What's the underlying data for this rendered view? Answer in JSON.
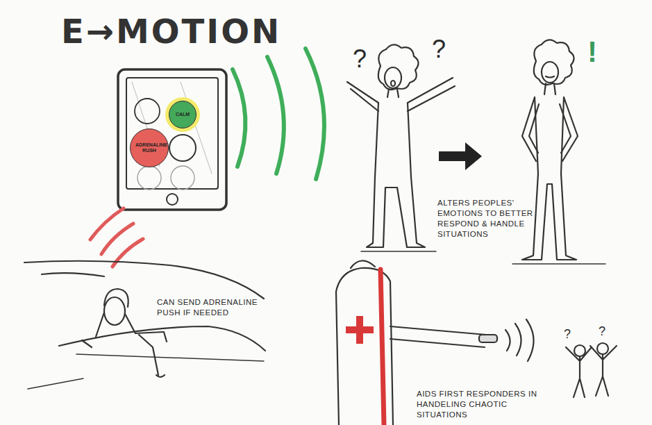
{
  "diagram": {
    "title": "E→MOTION",
    "nodes": [
      {
        "text": [
          "CALM"
        ]
      },
      {
        "text": [
          "ADRENALINE RUSH"
        ]
      }
    ],
    "labels": [
      "?",
      "?",
      "!",
      "ALTERS PEOPLES' EMOTIONS TO BETTER RESPOND & HANDLE SITUATIONS",
      "CAN SEND ADRENALINE PUSH IF NEEDED",
      "AIDS FIRST RESPONDERS IN HANDELING CHAOTIC SITUATIONS",
      "?",
      "?"
    ]
  }
}
